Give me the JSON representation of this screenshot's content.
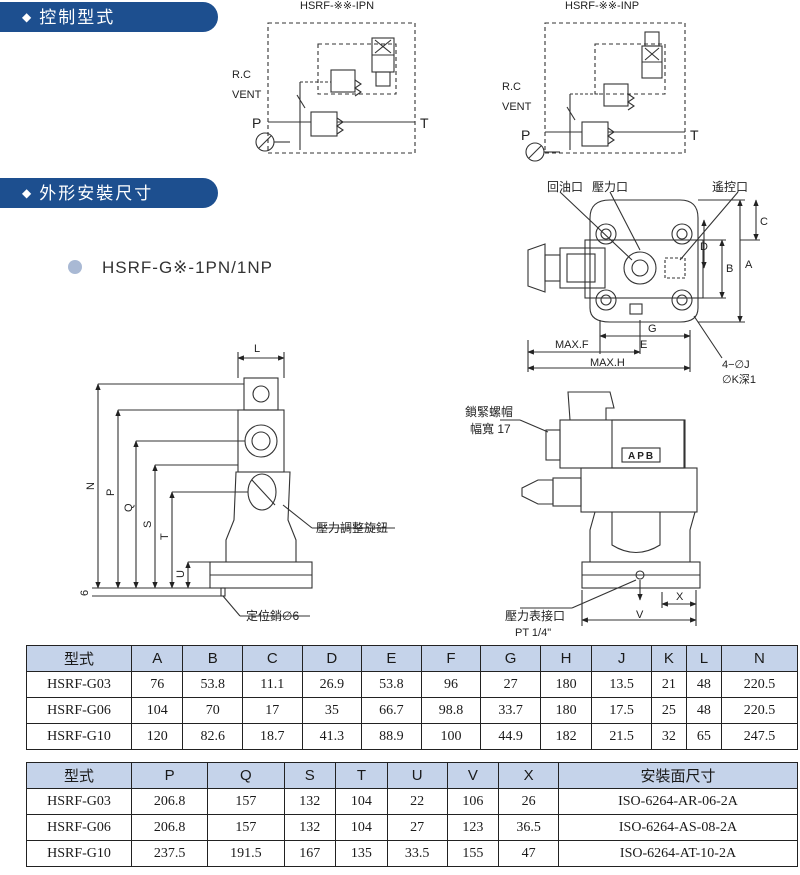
{
  "sections": {
    "control": "控制型式",
    "dimensions": "外形安裝尺寸"
  },
  "model": "HSRF-G※-1PN/1NP",
  "circuits": {
    "left_title": "HSRF-※※-IPN",
    "right_title": "HSRF-※※-INP",
    "rc": "R.C",
    "vent": "VENT",
    "p": "P",
    "t": "T"
  },
  "callouts": {
    "return_port": "回油口",
    "pressure_port": "壓力口",
    "remote_port": "遙控口",
    "lock_nut": "鎖緊螺帽",
    "lock_nut_width": "幅寬 17",
    "adjust_knob": "壓力調整旋鈕",
    "locating_pin": "定位銷∅6",
    "gauge_port": "壓力表接口",
    "gauge_thread": "PT 1/4\"",
    "holes": "4−∅J",
    "holes_depth": "∅K深1",
    "brand": "APB"
  },
  "dim_labels": {
    "A": "A",
    "B": "B",
    "C": "C",
    "D": "D",
    "E": "E",
    "G": "G",
    "max_f": "MAX.F",
    "max_h": "MAX.H",
    "L": "L",
    "N": "N",
    "P": "P",
    "Q": "Q",
    "S": "S",
    "T": "T",
    "U": "U",
    "six": "6",
    "V": "V",
    "X": "X"
  },
  "table1": {
    "headers": [
      "型式",
      "A",
      "B",
      "C",
      "D",
      "E",
      "F",
      "G",
      "H",
      "J",
      "K",
      "L",
      "N"
    ],
    "rows": [
      [
        "HSRF-G03",
        "76",
        "53.8",
        "11.1",
        "26.9",
        "53.8",
        "96",
        "27",
        "180",
        "13.5",
        "21",
        "48",
        "220.5"
      ],
      [
        "HSRF-G06",
        "104",
        "70",
        "17",
        "35",
        "66.7",
        "98.8",
        "33.7",
        "180",
        "17.5",
        "25",
        "48",
        "220.5"
      ],
      [
        "HSRF-G10",
        "120",
        "82.6",
        "18.7",
        "41.3",
        "88.9",
        "100",
        "44.9",
        "182",
        "21.5",
        "32",
        "65",
        "247.5"
      ]
    ]
  },
  "table2": {
    "headers": [
      "型式",
      "P",
      "Q",
      "S",
      "T",
      "U",
      "V",
      "X",
      "安裝面尺寸"
    ],
    "rows": [
      [
        "HSRF-G03",
        "206.8",
        "157",
        "132",
        "104",
        "22",
        "106",
        "26",
        "ISO-6264-AR-06-2A"
      ],
      [
        "HSRF-G06",
        "206.8",
        "157",
        "132",
        "104",
        "27",
        "123",
        "36.5",
        "ISO-6264-AS-08-2A"
      ],
      [
        "HSRF-G10",
        "237.5",
        "191.5",
        "167",
        "135",
        "33.5",
        "155",
        "47",
        "ISO-6264-AT-10-2A"
      ]
    ]
  }
}
